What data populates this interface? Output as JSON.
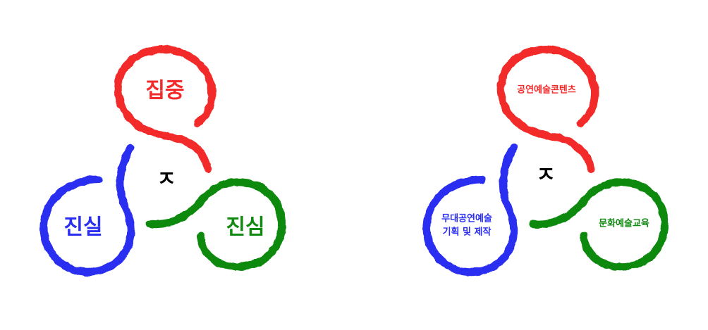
{
  "colors": {
    "red": "#f22a2a",
    "blue": "#2a2ef0",
    "green": "#118a11",
    "center": "#000000"
  },
  "left_diagram": {
    "center": "ㅈ",
    "top": "집중",
    "left": "진실",
    "right": "진심"
  },
  "right_diagram": {
    "center": "ㅈ",
    "top": "공연예술콘텐츠",
    "left_line1": "무대공연예술",
    "left_line2": "기획 및 제작",
    "right": "문화예술교육"
  }
}
